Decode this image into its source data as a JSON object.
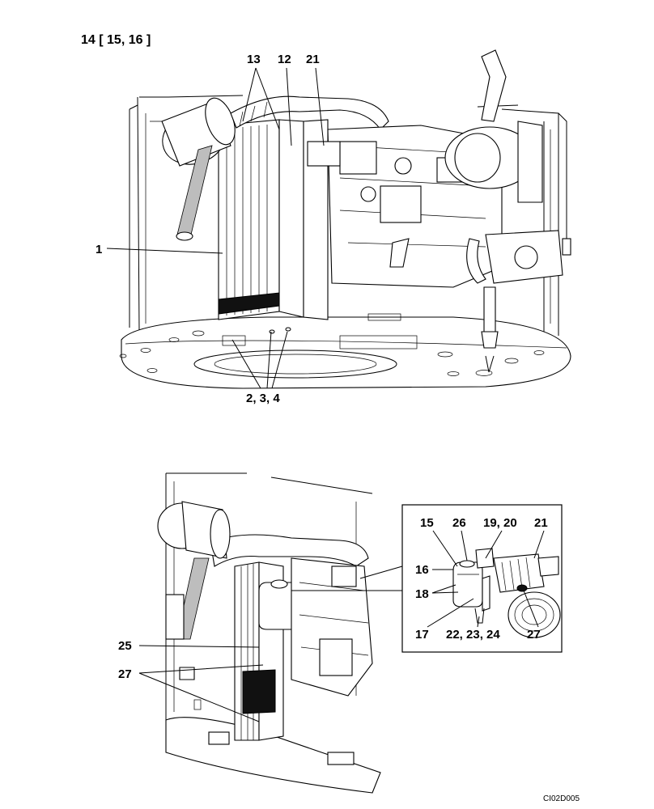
{
  "header": {
    "title": "14 [ 15, 16 ]"
  },
  "figure_top": {
    "callouts": [
      "13",
      "12",
      "21",
      "1",
      "2, 3, 4"
    ]
  },
  "figure_bottom": {
    "callouts": [
      "25",
      "27"
    ]
  },
  "inset": {
    "callouts": [
      "15",
      "26",
      "19, 20",
      "21",
      "16",
      "18",
      "17",
      "22, 23, 24",
      "27"
    ]
  },
  "footer": {
    "drawing_code": "CI02D005"
  }
}
